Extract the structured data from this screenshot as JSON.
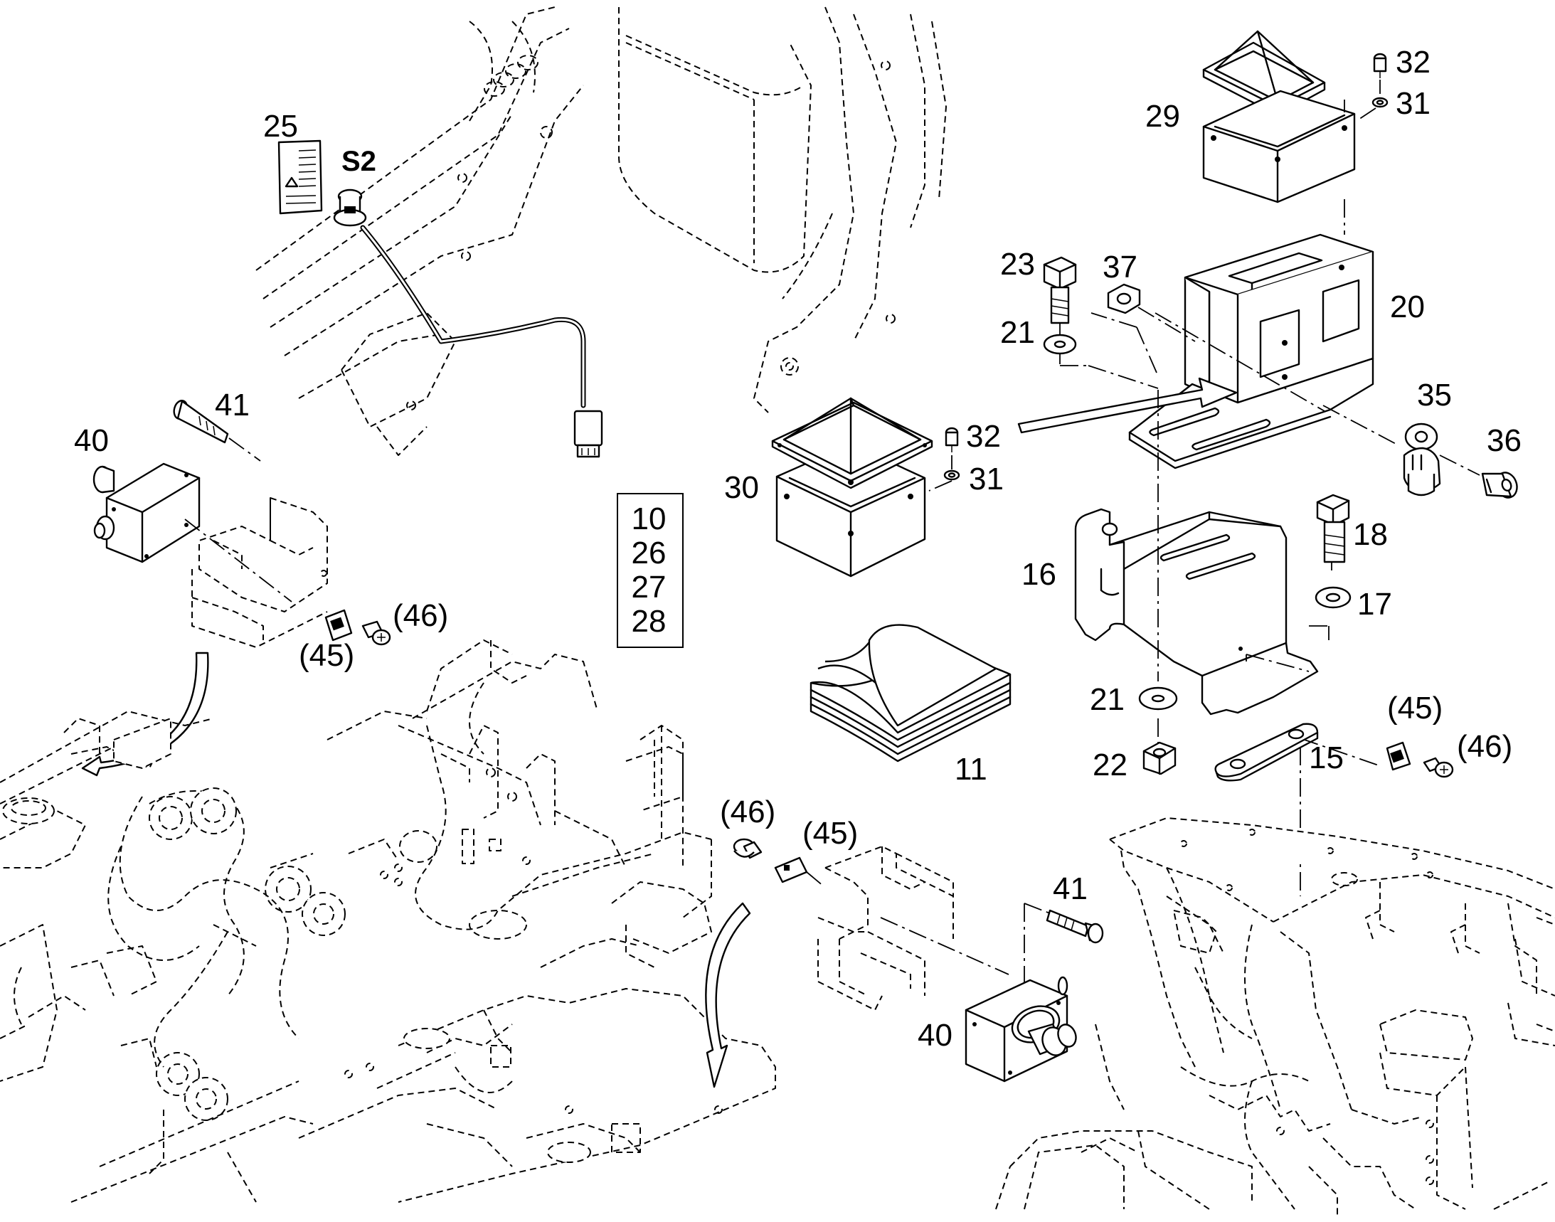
{
  "labels": {
    "p10": "10",
    "p26": "26",
    "p27": "27",
    "p28": "28",
    "p11": "11",
    "p15": "15",
    "p16": "16",
    "p17": "17",
    "p18": "18",
    "p20": "20",
    "p21a": "21",
    "p21b": "21",
    "p22": "22",
    "p23": "23",
    "p25": "25",
    "s2": "S2",
    "p29": "29",
    "p30": "30",
    "p31a": "31",
    "p31b": "31",
    "p32a": "32",
    "p32b": "32",
    "p35": "35",
    "p36": "36",
    "p37": "37",
    "p40a": "40",
    "p40b": "40",
    "p41a": "41",
    "p41b": "41",
    "p45a": "(45)",
    "p45b": "(45)",
    "p45c": "(45)",
    "p46a": "(46)",
    "p46b": "(46)",
    "p46c": "(46)"
  }
}
